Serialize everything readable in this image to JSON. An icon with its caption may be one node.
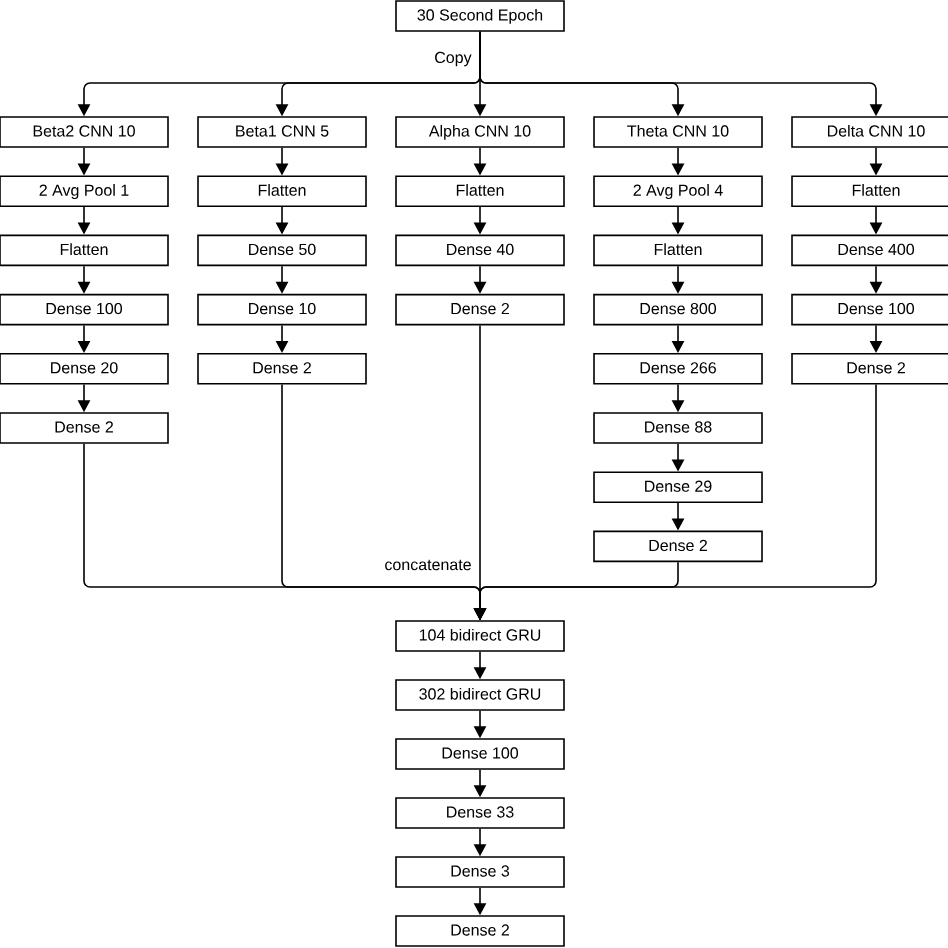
{
  "diagram": {
    "nodes": [
      {
        "text": [
          "30 Second Epoch"
        ]
      },
      {
        "text": [
          "Beta2 CNN 10"
        ]
      },
      {
        "text": [
          "2 Avg Pool 1"
        ]
      },
      {
        "text": [
          "Flatten"
        ]
      },
      {
        "text": [
          "Dense 100"
        ]
      },
      {
        "text": [
          "Dense 20"
        ]
      },
      {
        "text": [
          "Dense 2"
        ]
      },
      {
        "text": [
          "Beta1 CNN 5"
        ]
      },
      {
        "text": [
          "Flatten"
        ]
      },
      {
        "text": [
          "Dense 50"
        ]
      },
      {
        "text": [
          "Dense 10"
        ]
      },
      {
        "text": [
          "Dense 2"
        ]
      },
      {
        "text": [
          "Alpha CNN 10"
        ]
      },
      {
        "text": [
          "Flatten"
        ]
      },
      {
        "text": [
          "Dense 40"
        ]
      },
      {
        "text": [
          "Dense 2"
        ]
      },
      {
        "text": [
          "Theta CNN 10"
        ]
      },
      {
        "text": [
          "2 Avg Pool 4"
        ]
      },
      {
        "text": [
          "Flatten"
        ]
      },
      {
        "text": [
          "Dense 800"
        ]
      },
      {
        "text": [
          "Dense 266"
        ]
      },
      {
        "text": [
          "Dense 88"
        ]
      },
      {
        "text": [
          "Dense 29"
        ]
      },
      {
        "text": [
          "Dense 2"
        ]
      },
      {
        "text": [
          "Delta CNN 10"
        ]
      },
      {
        "text": [
          "Flatten"
        ]
      },
      {
        "text": [
          "Dense 400"
        ]
      },
      {
        "text": [
          "Dense 100"
        ]
      },
      {
        "text": [
          "Dense 2"
        ]
      },
      {
        "text": [
          "104 bidirect GRU"
        ]
      },
      {
        "text": [
          "302 bidirect GRU"
        ]
      },
      {
        "text": [
          "Dense 100"
        ]
      },
      {
        "text": [
          "Dense 33"
        ]
      },
      {
        "text": [
          "Dense 3"
        ]
      },
      {
        "text": [
          "Dense 2"
        ]
      }
    ],
    "edges": [
      {
        "from": 0,
        "to": 1,
        "arrow": "to",
        "label": "Copy"
      },
      {
        "from": 0,
        "to": 7,
        "arrow": "to"
      },
      {
        "from": 0,
        "to": 12,
        "arrow": "to"
      },
      {
        "from": 0,
        "to": 16,
        "arrow": "to"
      },
      {
        "from": 0,
        "to": 24,
        "arrow": "to"
      },
      {
        "from": 1,
        "to": 2,
        "arrow": "to"
      },
      {
        "from": 2,
        "to": 3,
        "arrow": "to"
      },
      {
        "from": 3,
        "to": 4,
        "arrow": "to"
      },
      {
        "from": 4,
        "to": 5,
        "arrow": "to"
      },
      {
        "from": 5,
        "to": 6,
        "arrow": "to"
      },
      {
        "from": 7,
        "to": 8,
        "arrow": "to"
      },
      {
        "from": 8,
        "to": 9,
        "arrow": "to"
      },
      {
        "from": 9,
        "to": 10,
        "arrow": "to"
      },
      {
        "from": 10,
        "to": 11,
        "arrow": "to"
      },
      {
        "from": 12,
        "to": 13,
        "arrow": "to"
      },
      {
        "from": 13,
        "to": 14,
        "arrow": "to"
      },
      {
        "from": 14,
        "to": 15,
        "arrow": "to"
      },
      {
        "from": 16,
        "to": 17,
        "arrow": "to"
      },
      {
        "from": 17,
        "to": 18,
        "arrow": "to"
      },
      {
        "from": 18,
        "to": 19,
        "arrow": "to"
      },
      {
        "from": 19,
        "to": 20,
        "arrow": "to"
      },
      {
        "from": 20,
        "to": 21,
        "arrow": "to"
      },
      {
        "from": 21,
        "to": 22,
        "arrow": "to"
      },
      {
        "from": 22,
        "to": 23,
        "arrow": "to"
      },
      {
        "from": 24,
        "to": 25,
        "arrow": "to"
      },
      {
        "from": 25,
        "to": 26,
        "arrow": "to"
      },
      {
        "from": 26,
        "to": 27,
        "arrow": "to"
      },
      {
        "from": 27,
        "to": 28,
        "arrow": "to"
      },
      {
        "from": 6,
        "to": 29,
        "arrow": "to"
      },
      {
        "from": 11,
        "to": 29,
        "arrow": "to"
      },
      {
        "from": 15,
        "to": 29,
        "arrow": "to",
        "label": "concatenate"
      },
      {
        "from": 23,
        "to": 29,
        "arrow": "to"
      },
      {
        "from": 28,
        "to": 29,
        "arrow": "to"
      },
      {
        "from": 29,
        "to": 30,
        "arrow": "to"
      },
      {
        "from": 30,
        "to": 31,
        "arrow": "to"
      },
      {
        "from": 31,
        "to": 32,
        "arrow": "to"
      },
      {
        "from": 32,
        "to": 33,
        "arrow": "to"
      },
      {
        "from": 33,
        "to": 34,
        "arrow": "to"
      }
    ]
  }
}
